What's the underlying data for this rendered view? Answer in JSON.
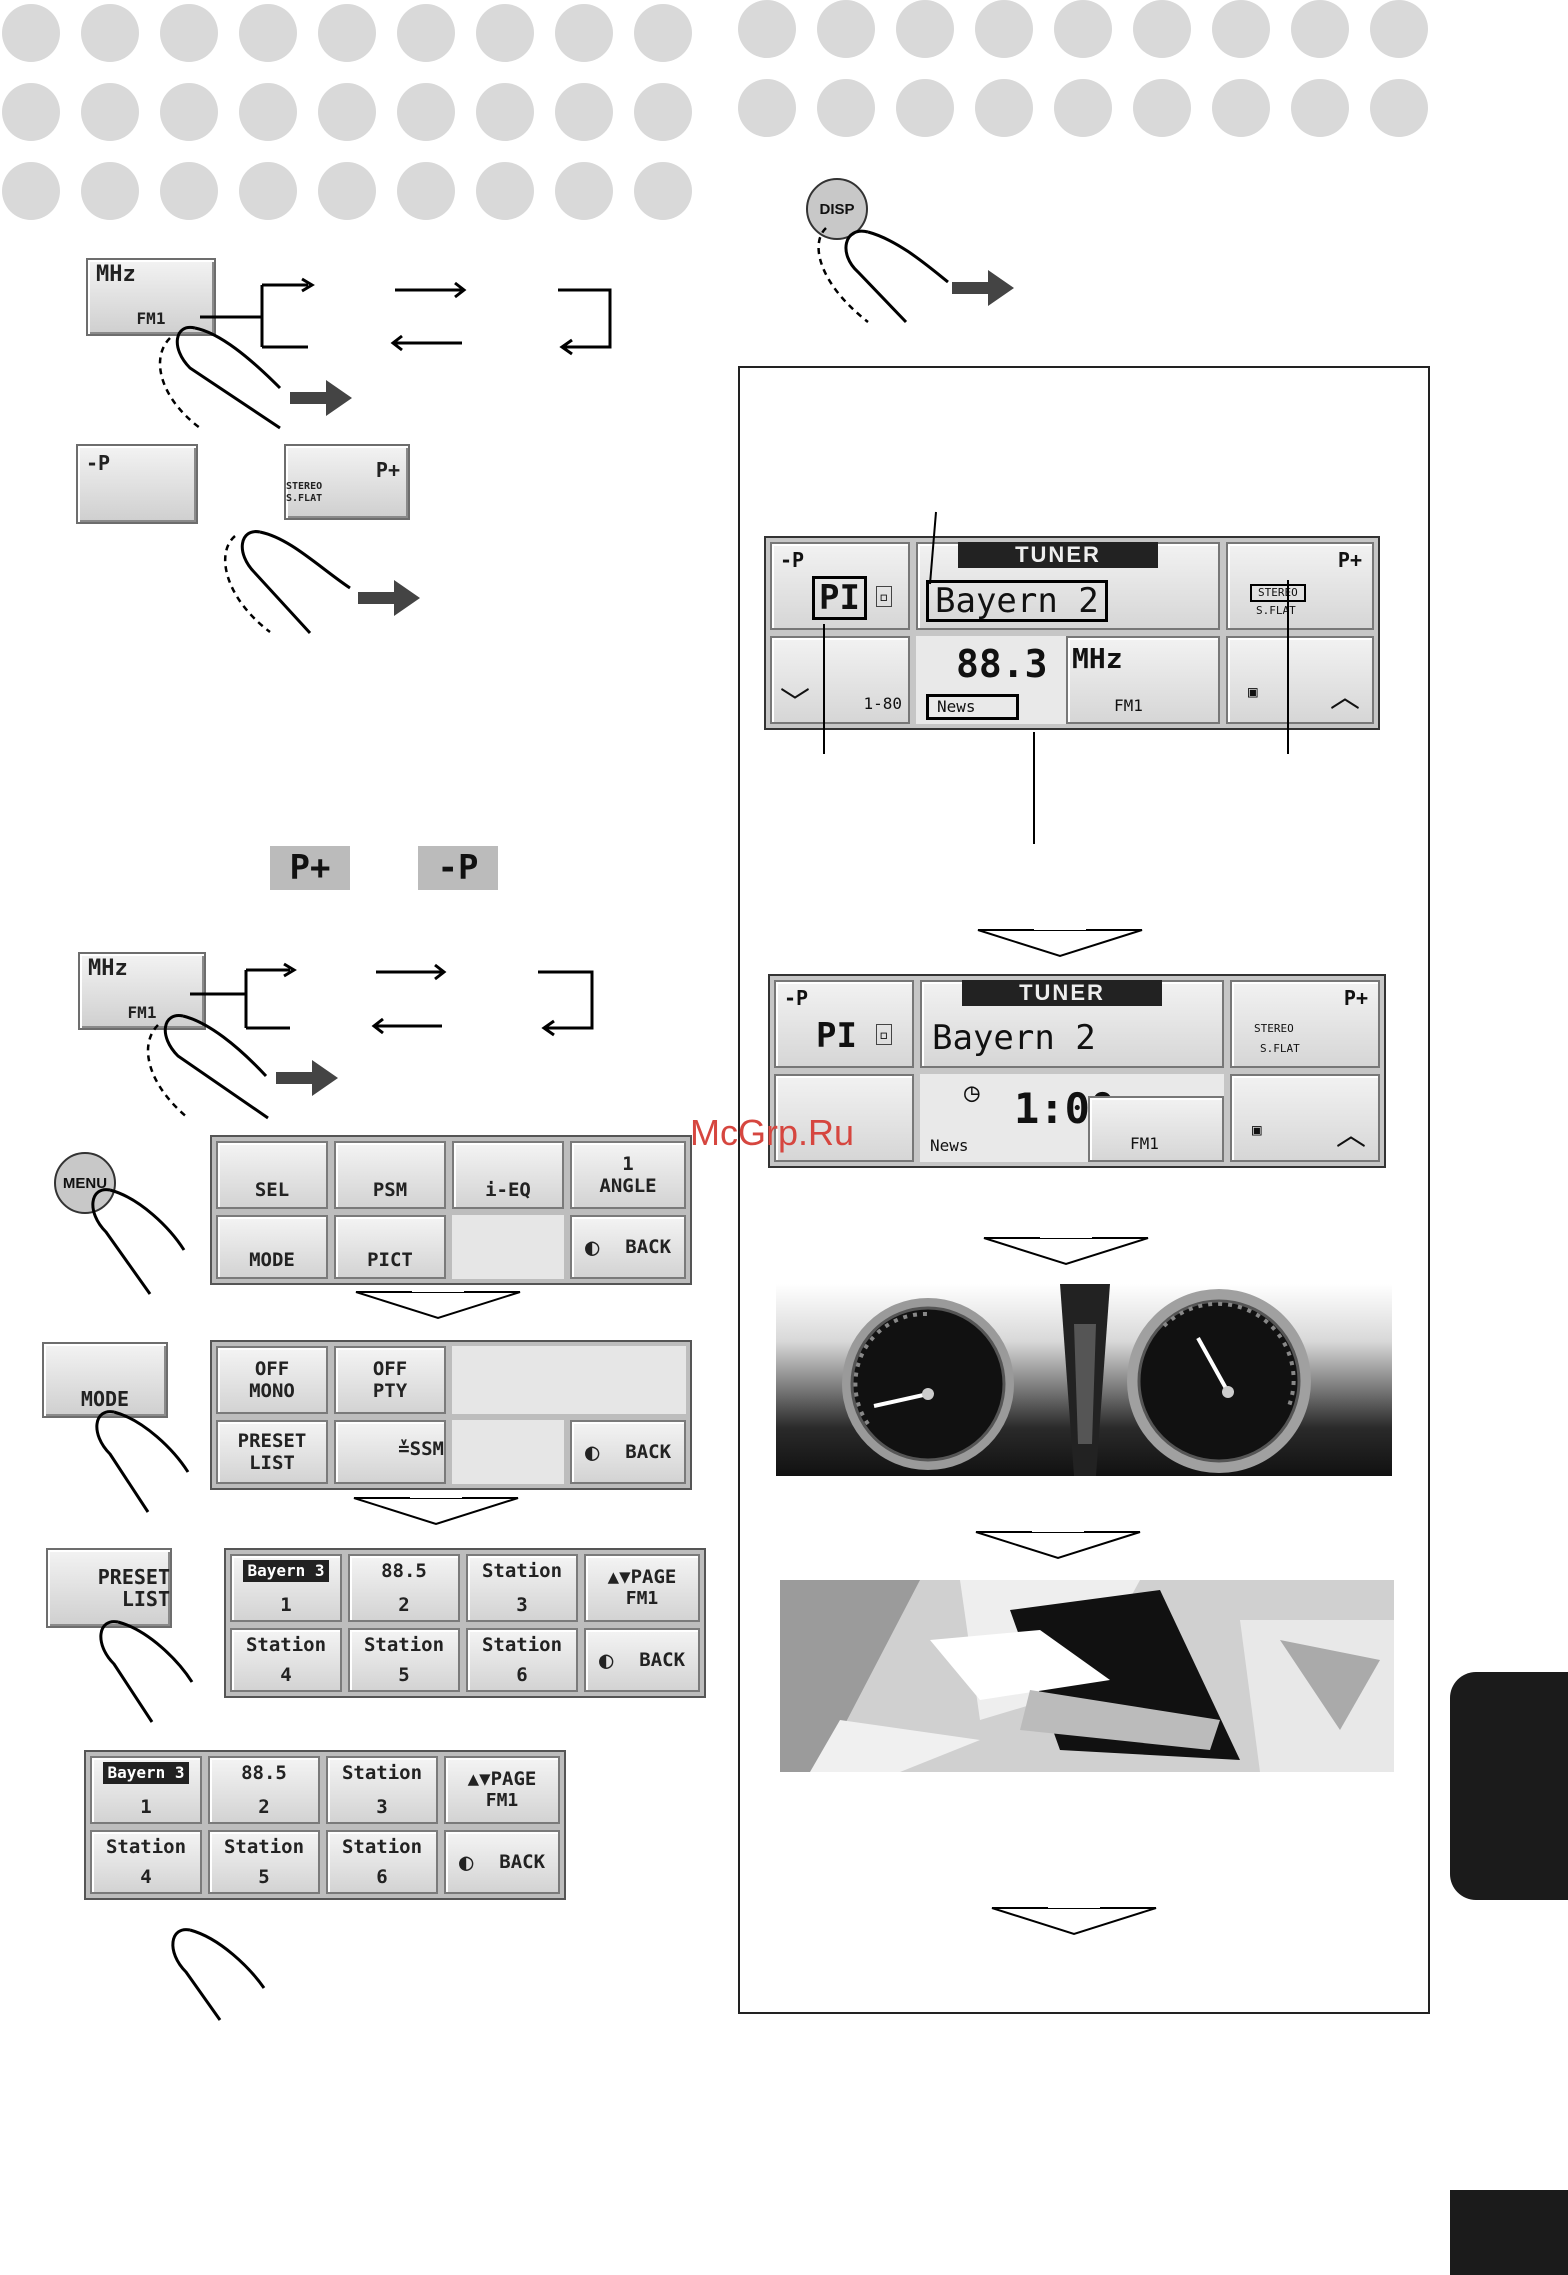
{
  "fm_button": {
    "unit": "MHz",
    "band": "FM1"
  },
  "preset_buttons": {
    "minus": "-P",
    "plus": "P+",
    "stereo": "STEREO",
    "sflat": "S.FLAT"
  },
  "inline_icons": {
    "p_plus": "P+",
    "minus_p": "-P"
  },
  "disp_button": "DISP",
  "menu_button": "MENU",
  "menu_grid": {
    "row1": [
      "SEL",
      "PSM",
      "i-EQ",
      "ANGLE"
    ],
    "angle_num": "1",
    "row2": [
      "MODE",
      "PICT",
      "",
      "BACK"
    ]
  },
  "mode_button": "MODE",
  "mode_grid": {
    "off_mono_1": "OFF",
    "off_mono_2": "MONO",
    "off_pty_1": "OFF",
    "off_pty_2": "PTY",
    "preset_list_1": "PRESET",
    "preset_list_2": "LIST",
    "ssm": "SSM",
    "back": "BACK"
  },
  "preset_list_button": {
    "line1": "PRESET",
    "line2": "LIST"
  },
  "preset_grid": {
    "items": [
      {
        "name": "Bayern 3",
        "num": "1"
      },
      {
        "name": "88.5",
        "num": "2"
      },
      {
        "name": "Station",
        "num": "3"
      },
      {
        "name": "Station",
        "num": "4"
      },
      {
        "name": "Station",
        "num": "5"
      },
      {
        "name": "Station",
        "num": "6"
      }
    ],
    "page": "PAGE",
    "band": "FM1",
    "back": "BACK"
  },
  "tuner_screen": {
    "header": "TUNER",
    "minus_p": "-P",
    "plus_p": "P+",
    "pi": "PI",
    "station": "Bayern 2",
    "freq": "88.3",
    "unit": "MHz",
    "pty": "News",
    "band": "FM1",
    "preset": "1-80",
    "stereo": "STEREO",
    "sflat": "S.FLAT"
  },
  "tuner_clock_screen": {
    "header": "TUNER",
    "minus_p": "-P",
    "plus_p": "P+",
    "pi": "PI",
    "station": "Bayern 2",
    "clock": "1:00",
    "pty": "News",
    "band": "FM1",
    "stereo": "STEREO",
    "sflat": "S.FLAT"
  },
  "watermark": "McGrp.Ru"
}
